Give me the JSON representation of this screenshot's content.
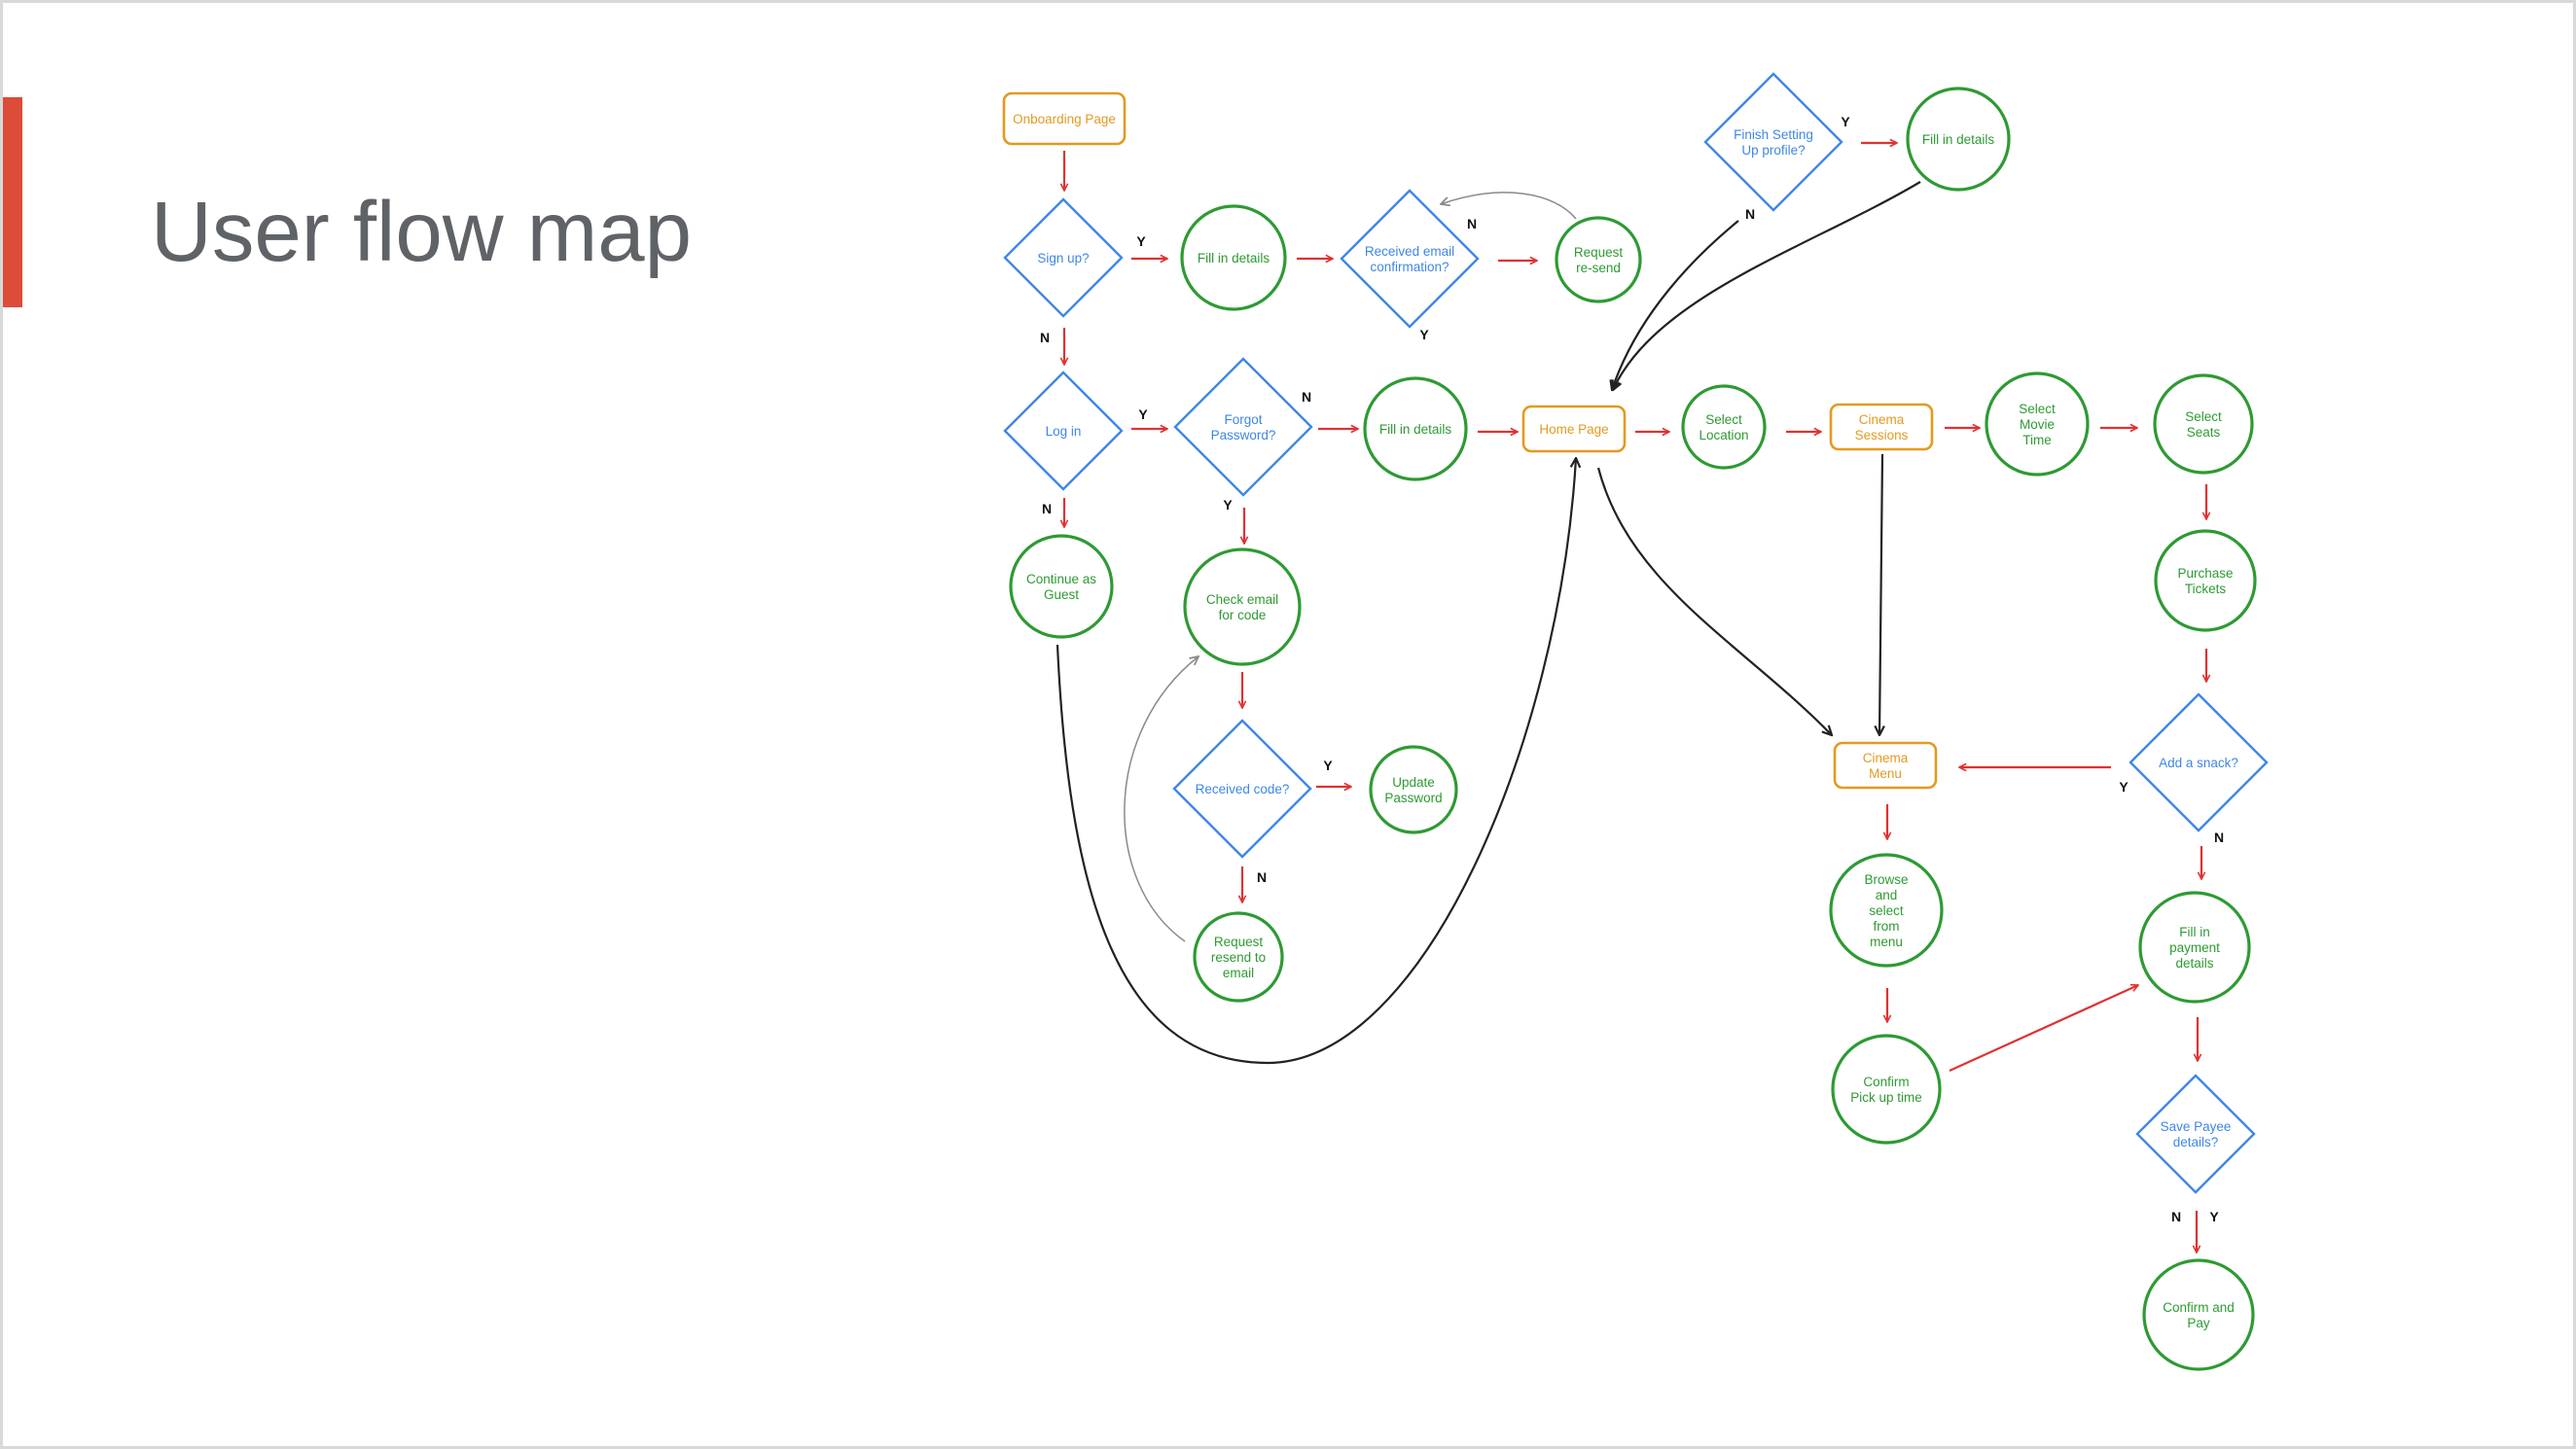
{
  "title": "User flow map",
  "colors": {
    "accent_bar": "#dd4b39",
    "page_node": "#e39a1f",
    "page_text": "#e39a1f",
    "decision_stroke": "#3f86e8",
    "decision_text": "#3f86e8",
    "process_stroke": "#2e9a33",
    "process_text": "#2e9a33",
    "flow_arrow": "#e03131",
    "return_arrow": "#222222",
    "retry_arrow": "#8a8a8a"
  },
  "nodes": {
    "onboarding": [
      "Onboarding Page"
    ],
    "signup": [
      "Sign up?"
    ],
    "fill_details_signup": [
      "Fill in details"
    ],
    "received_email": [
      "Received email",
      "confirmation?"
    ],
    "request_resend": [
      "Request",
      "re-send"
    ],
    "finish_profile": [
      "Finish Setting",
      "Up profile?"
    ],
    "fill_details_profile": [
      "Fill in details"
    ],
    "login": [
      "Log in"
    ],
    "forgot_password": [
      "Forgot",
      "Password?"
    ],
    "fill_details_login": [
      "Fill in details"
    ],
    "home_page": [
      "Home Page"
    ],
    "select_location": [
      "Select",
      "Location"
    ],
    "cinema_sessions": [
      "Cinema",
      "Sessions"
    ],
    "select_movie_time": [
      "Select",
      "Movie",
      "Time"
    ],
    "select_seats": [
      "Select",
      "Seats"
    ],
    "continue_guest": [
      "Continue as",
      "Guest"
    ],
    "check_email": [
      "Check email",
      "for code"
    ],
    "purchase_tickets": [
      "Purchase",
      "Tickets"
    ],
    "received_code": [
      "Received code?"
    ],
    "update_password": [
      "Update",
      "Password"
    ],
    "cinema_menu": [
      "Cinema",
      "Menu"
    ],
    "add_snack": [
      "Add a snack?"
    ],
    "request_resend_email": [
      "Request",
      "resend to",
      "email"
    ],
    "browse_menu": [
      "Browse",
      "and",
      "select",
      "from",
      "menu"
    ],
    "fill_payment": [
      "Fill in",
      "payment",
      "details"
    ],
    "confirm_pickup": [
      "Confirm",
      "Pick up time"
    ],
    "save_payee": [
      "Save Payee",
      "details?"
    ],
    "confirm_pay": [
      "Confirm and",
      "Pay"
    ]
  },
  "edge_labels": {
    "signup_yes": "Y",
    "signup_no": "N",
    "received_email_no": "N",
    "received_email_yes": "Y",
    "finish_profile_yes": "Y",
    "finish_profile_no": "N",
    "login_yes": "Y",
    "login_no": "N",
    "forgot_no": "N",
    "forgot_yes": "Y",
    "received_code_yes": "Y",
    "received_code_no": "N",
    "add_snack_yes": "Y",
    "add_snack_no": "N",
    "save_payee_no": "N",
    "save_payee_yes": "Y"
  }
}
